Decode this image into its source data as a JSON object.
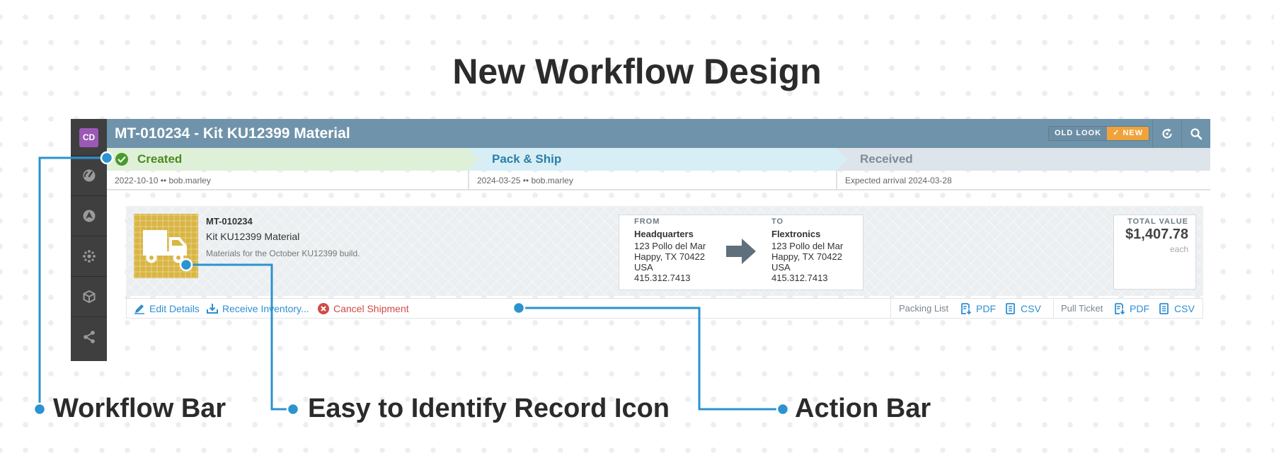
{
  "page": {
    "title": "New Workflow Design"
  },
  "rail": {
    "badge": "CD",
    "items": [
      {
        "icon": "speedometer-icon"
      },
      {
        "icon": "navigation-icon"
      },
      {
        "icon": "network-icon"
      },
      {
        "icon": "box-icon"
      },
      {
        "icon": "share-icon"
      }
    ]
  },
  "header": {
    "record_title": "MT-010234 - Kit KU12399 Material",
    "old_look_label": "OLD LOOK",
    "new_look_label": "✓ NEW",
    "refresh_icon": "refresh-icon",
    "search_icon": "search-icon"
  },
  "workflow": {
    "steps": [
      {
        "label": "Created",
        "detail": "2022-10-10 •• bob.marley",
        "status": "complete"
      },
      {
        "label": "Pack & Ship",
        "detail": "2024-03-25 •• bob.marley",
        "status": "current"
      },
      {
        "label": "Received",
        "detail": "Expected arrival 2024-03-28",
        "status": "pending"
      }
    ]
  },
  "record": {
    "id": "MT-010234",
    "name": "Kit KU12399 Material",
    "description": "Materials for the October KU12399 build.",
    "icon": "truck-icon",
    "from": {
      "label": "FROM",
      "name": "Headquarters",
      "street": "123 Pollo del Mar",
      "city": "Happy, TX 70422",
      "country": "USA",
      "phone": "415.312.7413"
    },
    "to": {
      "label": "TO",
      "name": "Flextronics",
      "street": "123 Pollo del Mar",
      "city": "Happy, TX 70422",
      "country": "USA",
      "phone": "415.312.7413"
    },
    "total_value": {
      "label": "TOTAL VALUE",
      "amount": "$1,407.78",
      "unit": "each"
    }
  },
  "actions": {
    "edit": "Edit Details",
    "receive": "Receive Inventory...",
    "cancel": "Cancel Shipment",
    "packing_list": {
      "label": "Packing List",
      "pdf": "PDF",
      "csv": "CSV"
    },
    "pull_ticket": {
      "label": "Pull Ticket",
      "pdf": "PDF",
      "csv": "CSV"
    }
  },
  "callouts": {
    "workflow_bar": "Workflow Bar",
    "record_icon": "Easy to Identify Record Icon",
    "action_bar": "Action Bar"
  },
  "colors": {
    "header": "#6f93aa",
    "created": "#dff0d8",
    "pack_ship": "#d7eef6",
    "received": "#dde4ea",
    "callout": "#2b93cf",
    "new_badge": "#f0a33a",
    "record_icon_bg": "#d9b544"
  }
}
